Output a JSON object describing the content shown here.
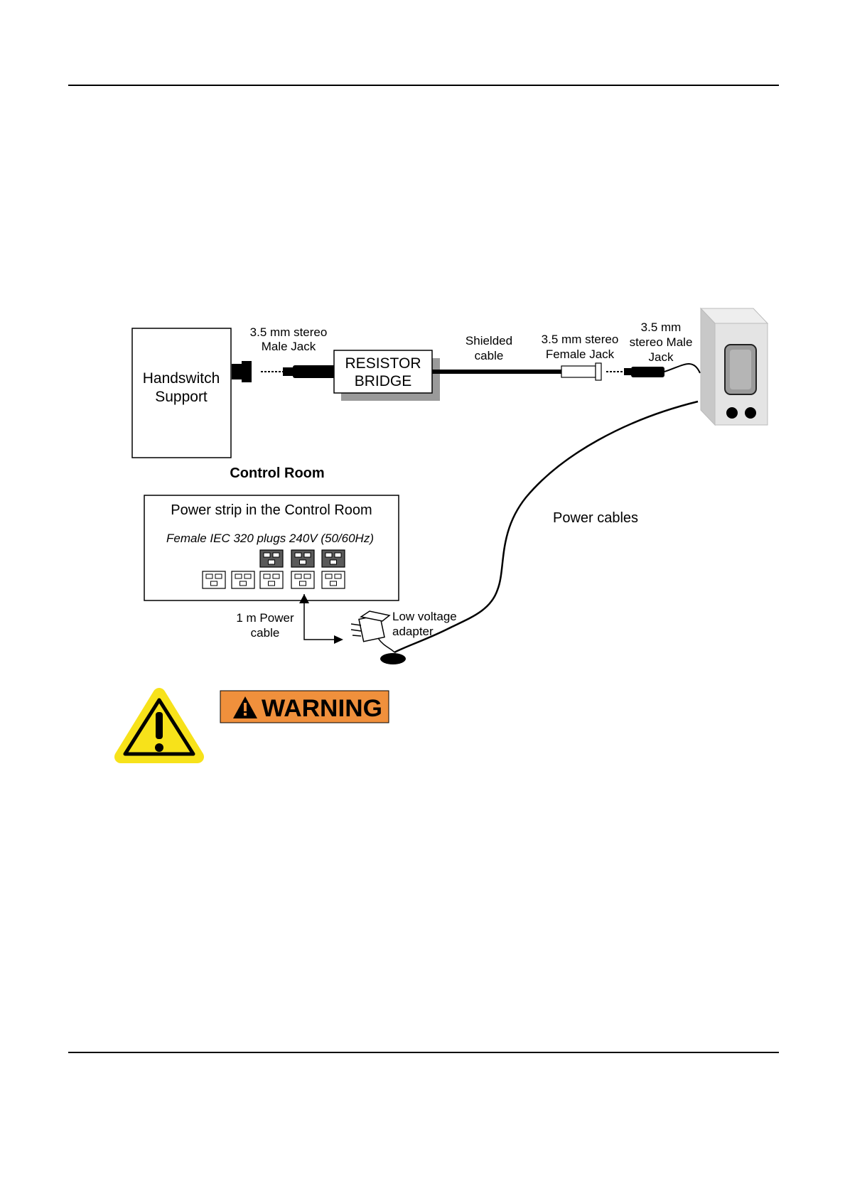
{
  "diagram": {
    "handswitch": "Handswitch|Support",
    "male_jack_left": "3.5 mm stereo|Male Jack",
    "resistor_bridge": "RESISTOR|BRIDGE",
    "shielded_cable": "Shielded|cable",
    "female_jack": "3.5 mm stereo|Female Jack",
    "male_jack_right": "3.5 mm|stereo Male|Jack",
    "control_room": "Control Room",
    "power_strip_title": "Power strip in the Control Room",
    "power_strip_spec": "Female IEC 320 plugs 240V (50/60Hz)",
    "power_cable": "1 m Power|cable",
    "adapter": "Low voltage|adapter",
    "power_cables": "Power cables",
    "warning": "WARNING"
  },
  "colors": {
    "warning_banner": "#f0903c",
    "warning_sign": "#f7e21a",
    "device_body": "#d8d8d8",
    "outlet_dark": "#5a5a5a"
  }
}
